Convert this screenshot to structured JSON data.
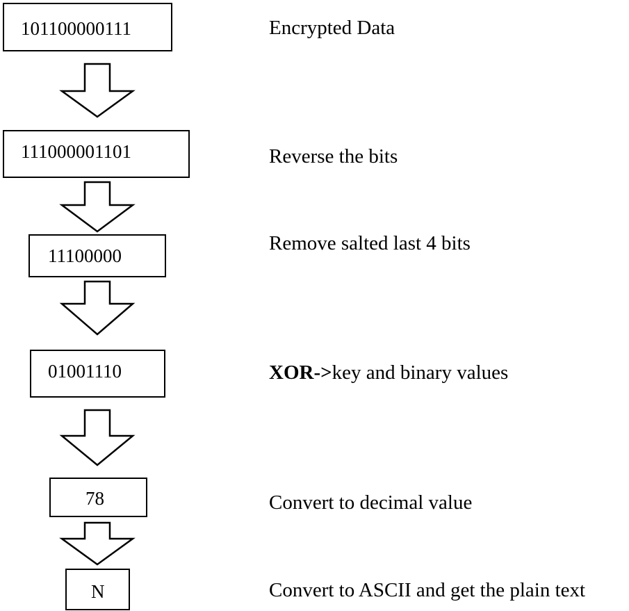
{
  "steps": [
    {
      "value": "101100000111",
      "description": "Encrypted Data"
    },
    {
      "value": "111000001101",
      "description": "Reverse the bits"
    },
    {
      "value": "11100000",
      "description": "Remove salted last 4 bits"
    },
    {
      "value": "01001110",
      "description_bold": "XOR->",
      "description": "key and binary values"
    },
    {
      "value": "78",
      "description": "Convert to decimal value"
    },
    {
      "value": "N",
      "description": "Convert to ASCII and get the plain text"
    }
  ]
}
